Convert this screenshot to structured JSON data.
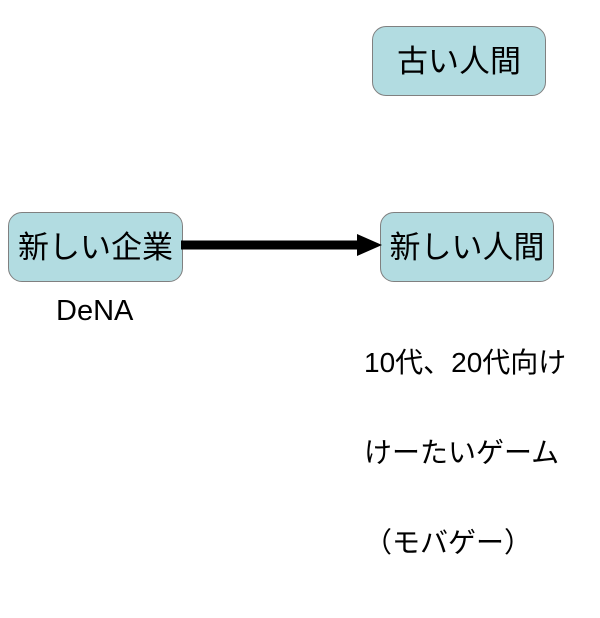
{
  "slide": {
    "background_color": "#ffffff",
    "box_fill_color": "#b2dce1",
    "box_border_color": "#808080",
    "text_color": "#000000",
    "arrow_color": "#000000"
  },
  "boxes": {
    "old_people": {
      "label": "古い人間"
    },
    "new_company": {
      "label": "新しい企業"
    },
    "new_people": {
      "label": "新しい人間"
    }
  },
  "captions": {
    "company_name": "DeNA",
    "product_lines": [
      "10代、20代向け",
      "けーたいゲーム",
      "（モバゲー）"
    ]
  },
  "connector": {
    "icon": "right-arrow-icon",
    "from": "新しい企業",
    "to": "新しい人間"
  }
}
